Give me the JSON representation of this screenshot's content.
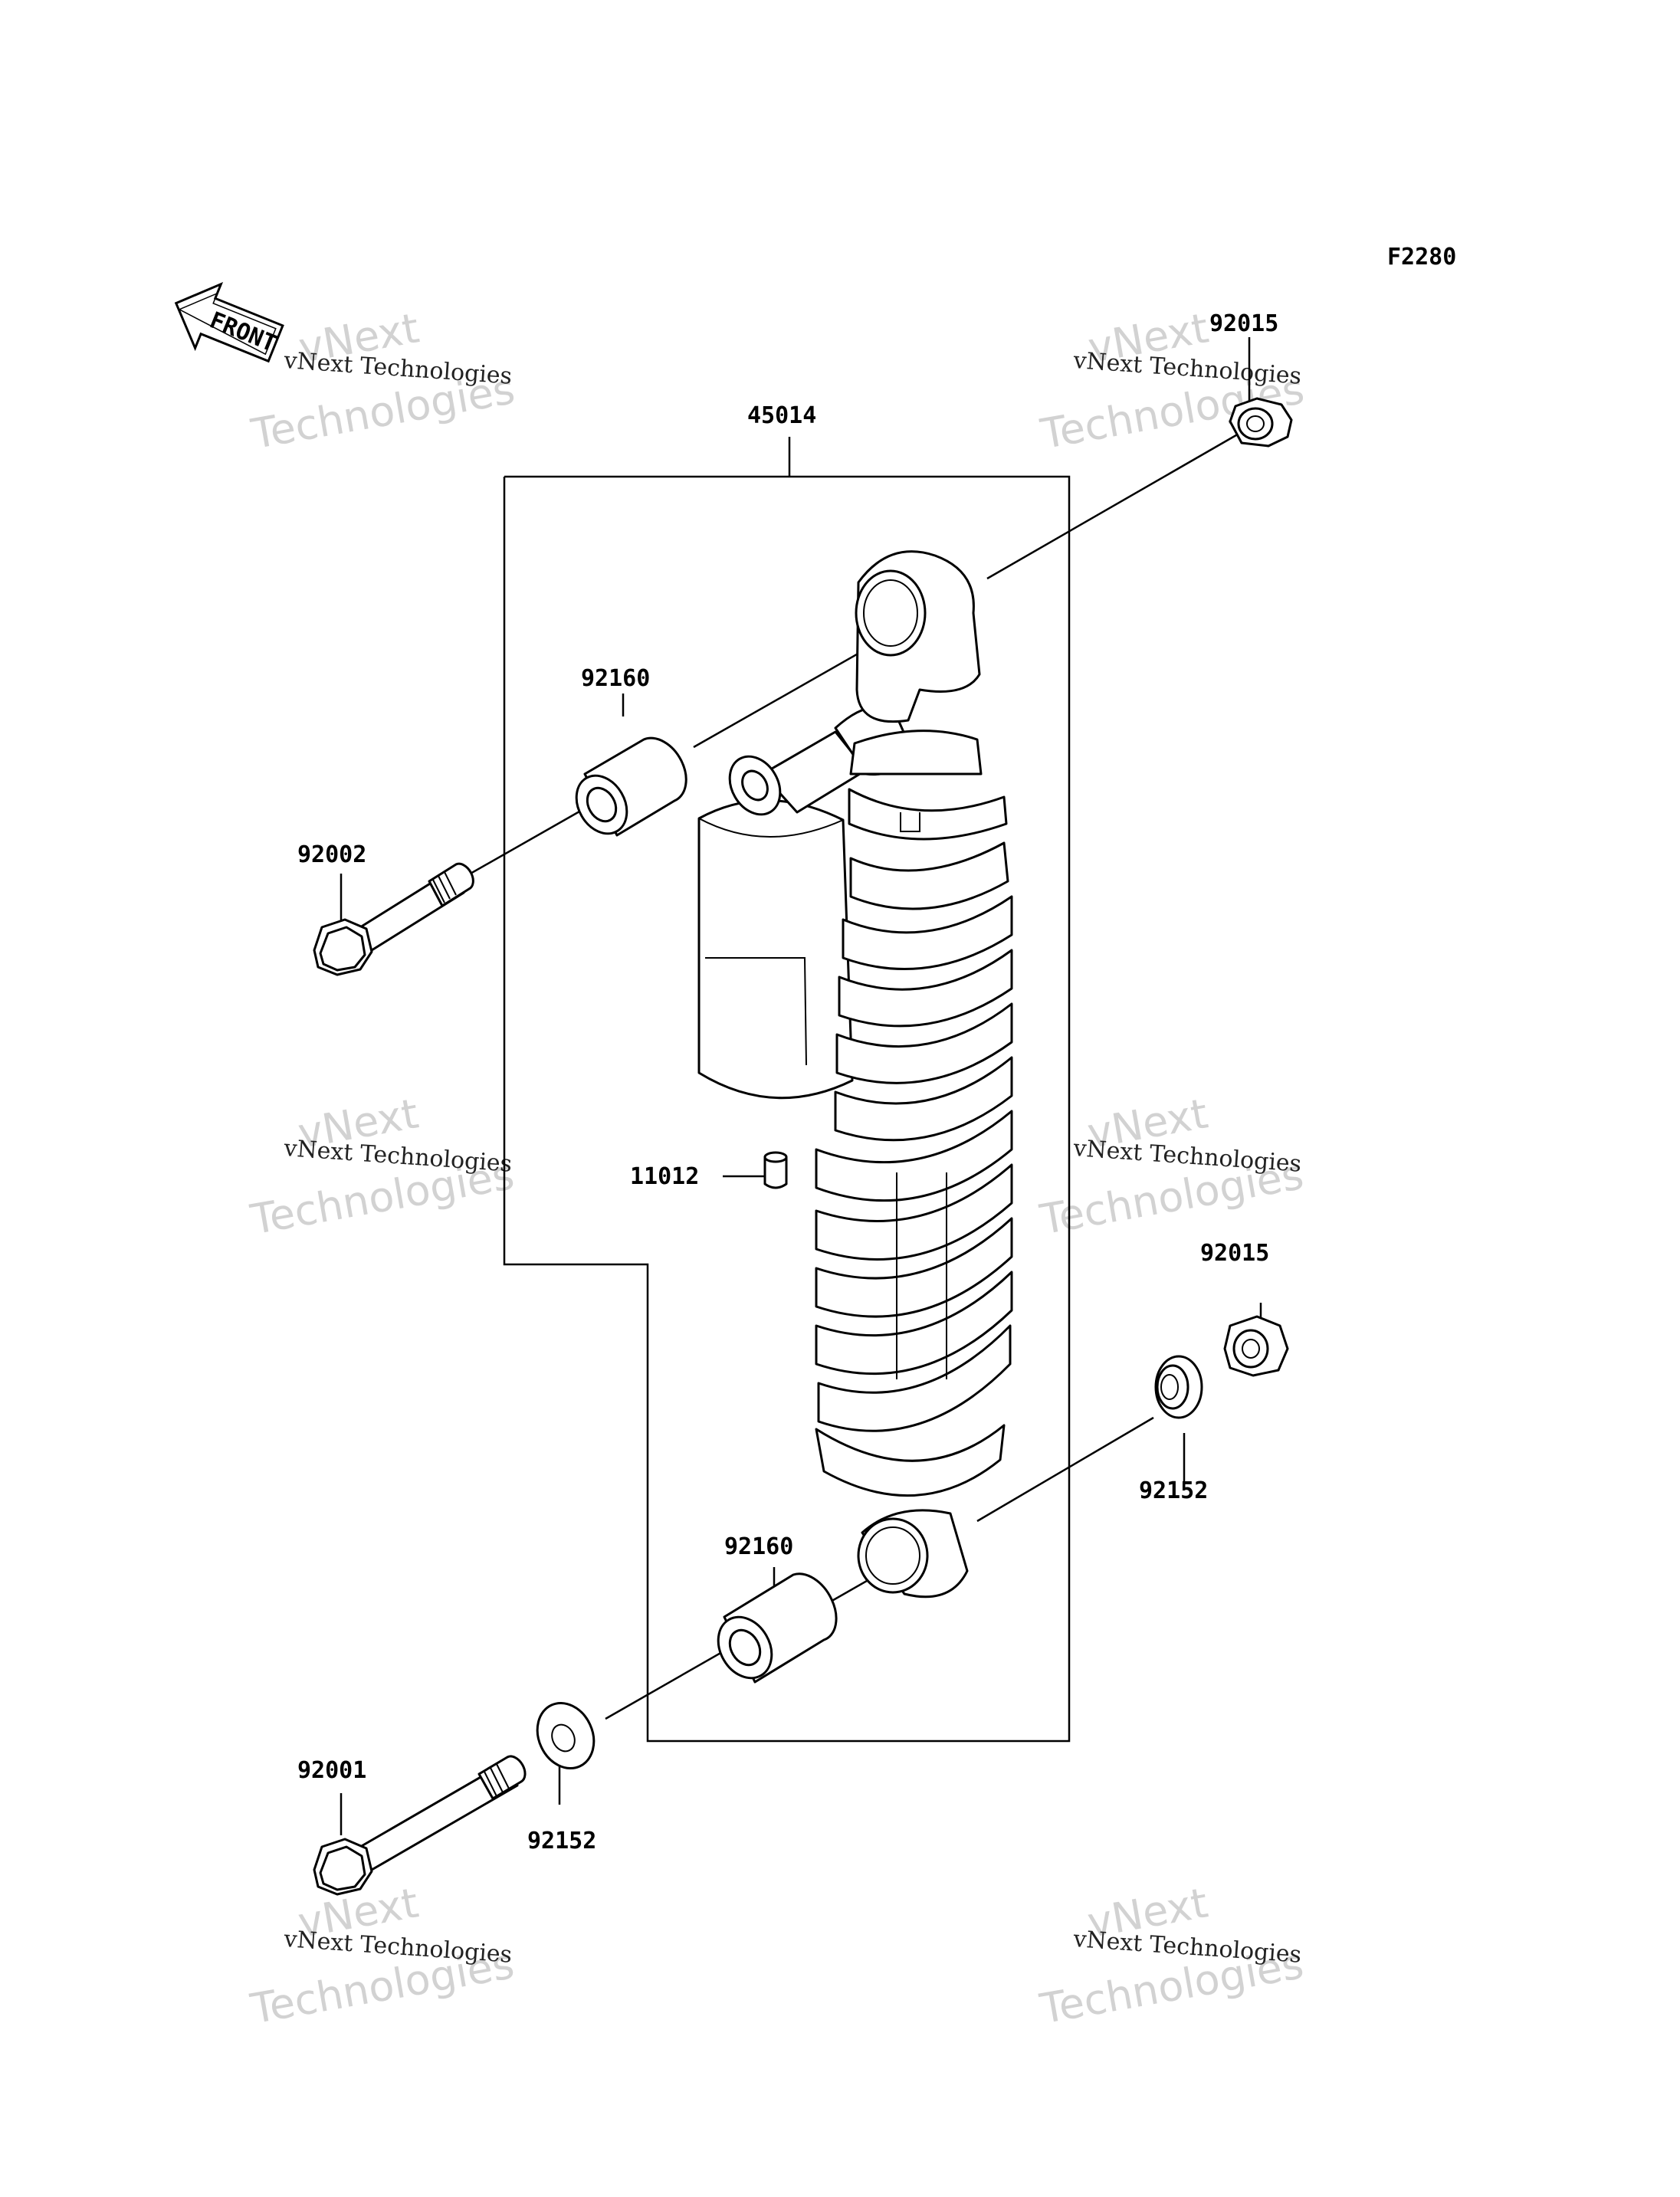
{
  "figure_code": "F2280",
  "front_arrow_label": "FRONT",
  "watermark": {
    "line1": "vNext",
    "line2": "vNext Technologies",
    "line3": "Technologies"
  },
  "parts": {
    "assembly": "45014",
    "upper_nut": "92015",
    "upper_collar": "92160",
    "upper_bolt": "92002",
    "valve": "11012",
    "lower_nut": "92015",
    "lower_washer_right": "92152",
    "lower_collar": "92160",
    "lower_bolt": "92001",
    "lower_washer_left": "92152"
  }
}
